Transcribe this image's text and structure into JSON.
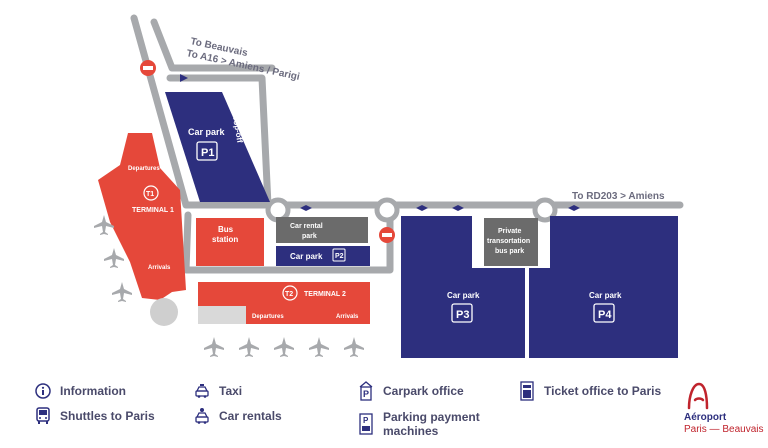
{
  "map": {
    "route_beauvais": "To Beauvais",
    "route_amiens": "To A16 > Amiens / Parigi",
    "route_rd203": "To RD203 > Amiens",
    "terminal1": "TERMINAL 1",
    "terminal1_badge": "T1",
    "terminal2": "TERMINAL 2",
    "terminal2_badge": "T2",
    "departures": "Departures",
    "arrivals": "Arrivals",
    "car_park": "Car park",
    "p1": "P1",
    "p2": "P2",
    "p3": "P3",
    "p4": "P4",
    "drop_off": "Drop-off",
    "bus_station_1": "Bus",
    "bus_station_2": "station",
    "car_rental_1": "Car rental",
    "car_rental_2": "park",
    "private_1": "Private",
    "private_2": "transortation",
    "private_3": "bus park"
  },
  "legend": {
    "information": "Information",
    "shuttles": "Shuttles to Paris",
    "taxi": "Taxi",
    "car_rentals": "Car rentals",
    "carpark_office": "Carpark office",
    "payment_1": "Parking payment",
    "payment_2": "machines",
    "ticket_office": "Ticket office to Paris"
  },
  "brand": {
    "name": "Aéroport",
    "sub": "Paris — Beauvais"
  },
  "colors": {
    "navy": "#2d2f7e",
    "red": "#e5483a",
    "road": "#a7a9ac",
    "grey_box": "#6b6b6b",
    "brand_red": "#c0242d"
  }
}
